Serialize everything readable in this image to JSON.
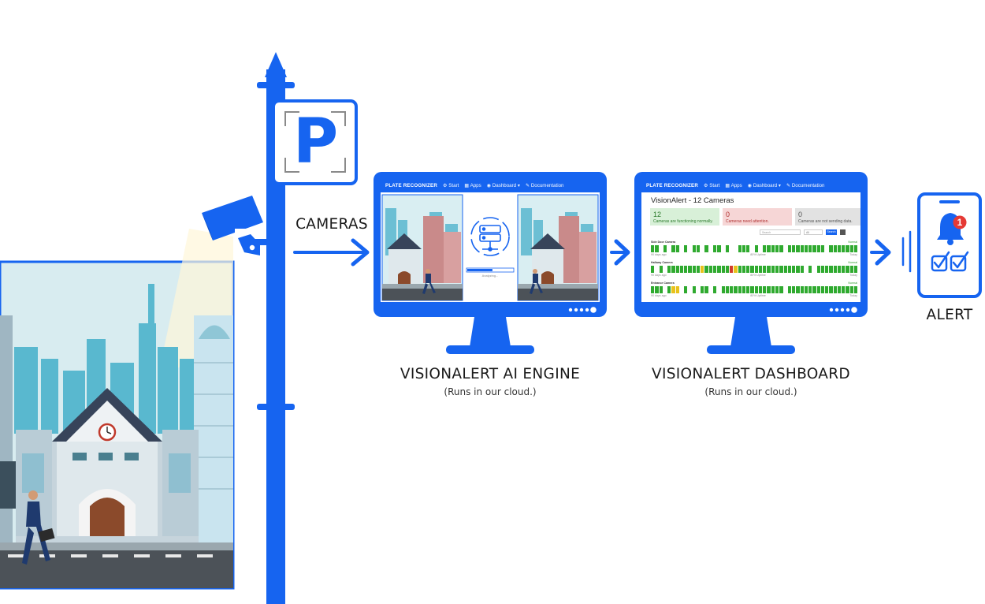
{
  "labels": {
    "cameras": "CAMERAS",
    "engine_title": "VISIONALERT AI ENGINE",
    "engine_sub": "(Runs in our cloud.)",
    "dashboard_title": "VISIONALERT DASHBOARD",
    "dashboard_sub": "(Runs in our cloud.)",
    "alert": "ALERT"
  },
  "sign": {
    "letter": "P"
  },
  "navbar": {
    "brand": "PLATE RECOGNIZER",
    "items": [
      "Start",
      "Apps",
      "Dashboard",
      "Documentation"
    ]
  },
  "engine": {
    "status": "Analyzing..."
  },
  "dashboard": {
    "title": "VisionAlert - 12 Cameras",
    "cards": [
      {
        "count": "12",
        "text": "Cameras are functioning normally."
      },
      {
        "count": "0",
        "text": "Cameras need attention."
      },
      {
        "count": "0",
        "text": "Cameras are not sending data."
      }
    ],
    "search_placeholder": "Search",
    "filter": "All",
    "search_button": "Search",
    "cameras": [
      {
        "name": "Side Door Camera",
        "status": "Normal",
        "left": "90 days ago",
        "uptime": "80% Uptime",
        "right": "Today"
      },
      {
        "name": "Hallway Camera",
        "status": "Normal",
        "left": "90 days ago",
        "uptime": "80% Uptime",
        "right": "Today"
      },
      {
        "name": "Entrance Camera",
        "status": "Normal",
        "left": "90 days ago",
        "uptime": "80% Uptime",
        "right": "Today"
      }
    ]
  },
  "notification": {
    "badge": "1"
  },
  "colors": {
    "brand_blue": "#1664f0",
    "ok_green": "#2faa2f",
    "warn_yellow": "#e8c21b",
    "error_red": "#d23a2a"
  }
}
